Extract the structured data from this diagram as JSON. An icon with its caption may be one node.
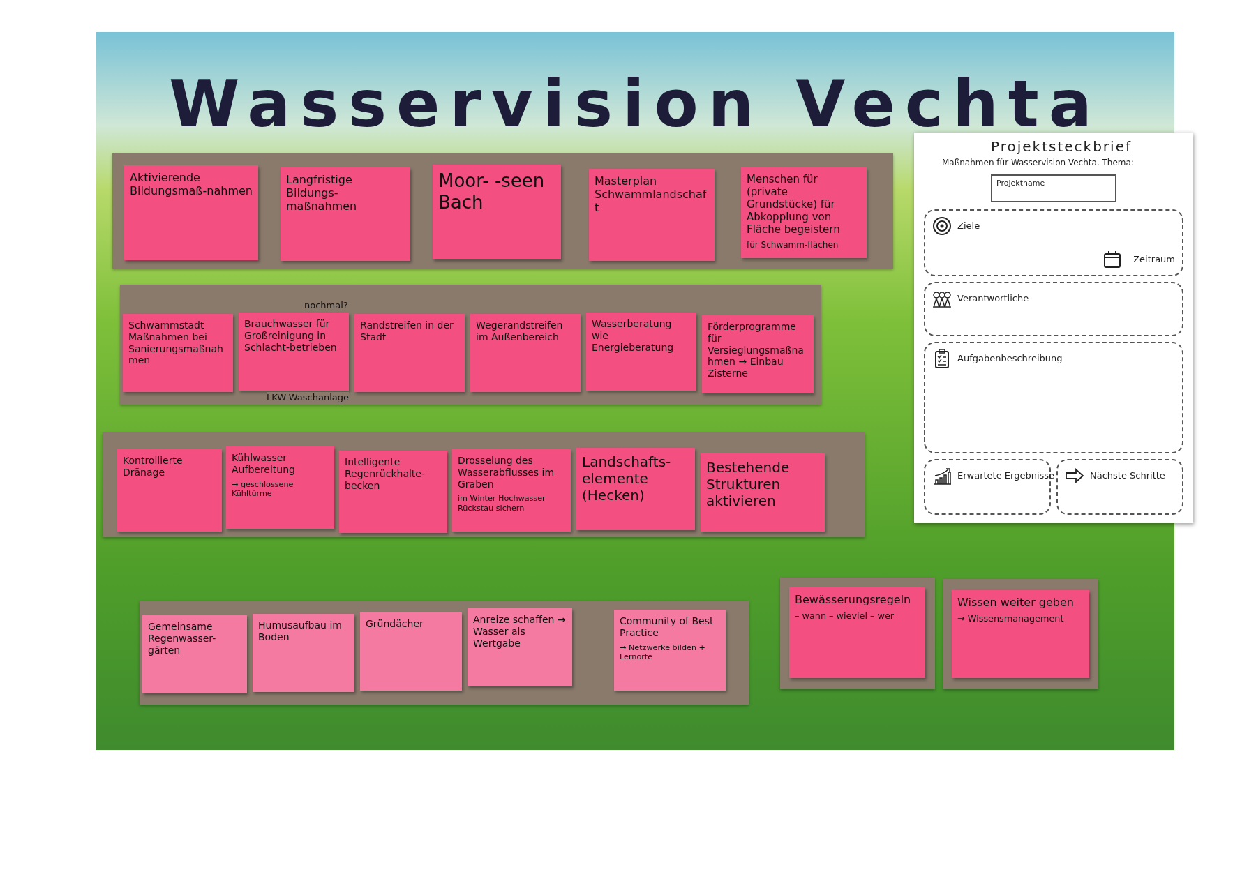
{
  "diagram": {
    "title": "Wasservision Vechta",
    "nodes": [
      {
        "text": [
          "Aktivierende Bildungsmaß-nahmen"
        ]
      },
      {
        "text": [
          "Langfristige Bildungs-maßnahmen"
        ]
      },
      {
        "text": [
          "Moor- -seen Bach"
        ]
      },
      {
        "text": [
          "Masterplan Schwammlandschaft"
        ]
      },
      {
        "text": [
          "Menschen für (private Grundstücke) für Abkopplung von Fläche begeistern",
          "für Schwamm-flächen"
        ]
      },
      {
        "text": [
          "Schwammstadt Maßnahmen bei Sanierungsmaßnahmen"
        ]
      },
      {
        "text": [
          "Brauchwasser für Großreinigung in Schlacht-betrieben"
        ],
        "beside": [
          "nochmal?",
          "LKW-Waschanlage"
        ]
      },
      {
        "text": [
          "Randstreifen in der Stadt"
        ]
      },
      {
        "text": [
          "Wegerandstreifen im Außenbereich"
        ]
      },
      {
        "text": [
          "Wasserberatung wie Energieberatung"
        ]
      },
      {
        "text": [
          "Förderprogramme für Versieglungsmaßnahmen → Einbau Zisterne"
        ]
      },
      {
        "text": [
          "Kontrollierte Dränage"
        ]
      },
      {
        "text": [
          "Kühlwasser Aufbereitung",
          "→ geschlossene Kühltürme"
        ]
      },
      {
        "text": [
          "Intelligente Regenrückhalte-becken"
        ]
      },
      {
        "text": [
          "Drosselung des Wasserabflusses im Graben",
          "im Winter Hochwasser Rückstau sichern"
        ]
      },
      {
        "text": [
          "Landschafts-elemente (Hecken)"
        ]
      },
      {
        "text": [
          "Bestehende Strukturen aktivieren"
        ]
      },
      {
        "text": [
          "Gemeinsame Regenwasser-gärten"
        ]
      },
      {
        "text": [
          "Humusaufbau im Boden"
        ]
      },
      {
        "text": [
          "Gründächer"
        ]
      },
      {
        "text": [
          "Anreize schaffen → Wasser als Wertgabe"
        ]
      },
      {
        "text": [
          "Community of Best Practice",
          "→ Netzwerke bilden + Lernorte"
        ]
      },
      {
        "text": [
          "Bewässerungsregeln",
          "– wann – wieviel – wer"
        ]
      },
      {
        "text": [
          "Wissen weiter geben",
          "→ Wissensmanagement"
        ]
      },
      {
        "text": [
          "Projektsteckbrief",
          "Maßnahmen für Wasservision Vechta. Thema:"
        ]
      },
      {
        "text": [
          "Projektname"
        ],
        "in": 24
      },
      {
        "text": [
          "Ziele",
          "Zeitraum"
        ],
        "in": 24
      },
      {
        "text": [
          "Verantwortliche"
        ],
        "in": 24
      },
      {
        "text": [
          "Aufgabenbeschreibung"
        ],
        "in": 24
      },
      {
        "text": [
          "Erwartete Ergebnisse"
        ],
        "in": 24
      },
      {
        "text": [
          "Nächste Schritte"
        ],
        "in": 24
      }
    ],
    "edges": []
  }
}
